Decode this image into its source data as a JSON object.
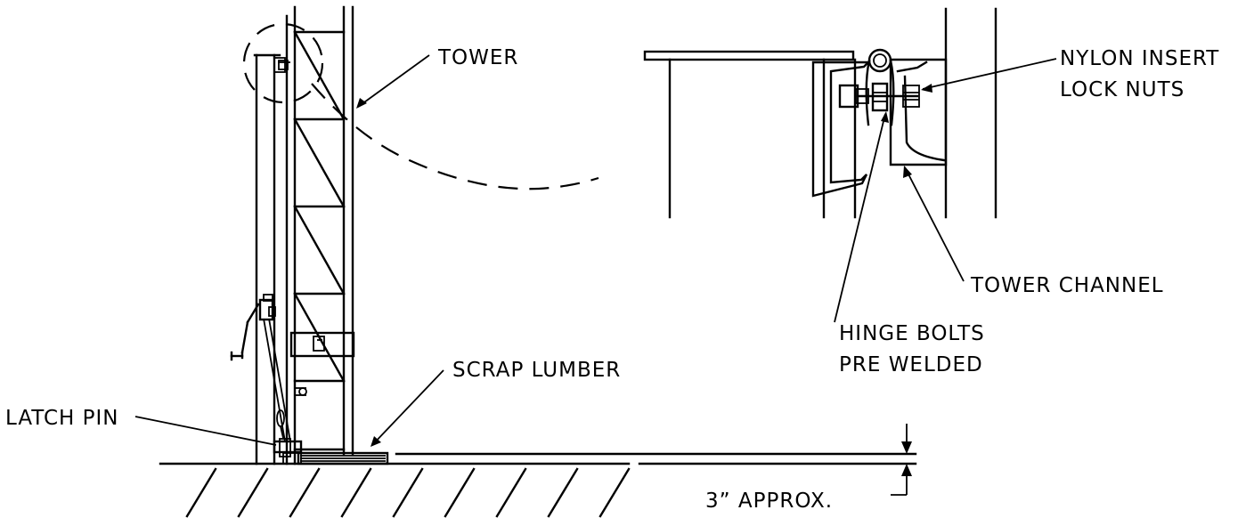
{
  "labels": {
    "tower": "TOWER",
    "nylon_line1": "NYLON INSERT",
    "nylon_line2": "LOCK NUTS",
    "tower_channel": "TOWER CHANNEL",
    "hinge_line1": "HINGE BOLTS",
    "hinge_line2": "PRE WELDED",
    "scrap_lumber": "SCRAP LUMBER",
    "latch_pin": "LATCH PIN",
    "approx": "3” APPROX."
  },
  "colors": {
    "ink": "#000000",
    "background": "#ffffff"
  }
}
